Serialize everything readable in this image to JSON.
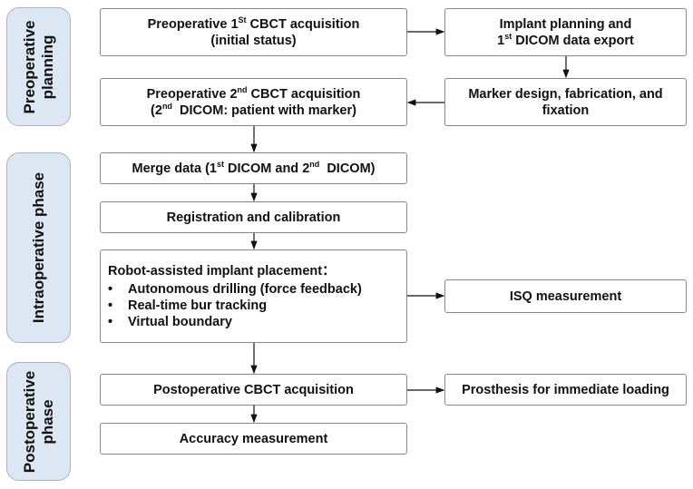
{
  "phases": {
    "pre": [
      "Preoperative",
      "planning"
    ],
    "intra": "Intraoperative phase",
    "post": [
      "Postoperative",
      "phase"
    ]
  },
  "boxes": {
    "cbct1": {
      "l1a": "Preoperative 1",
      "l1sup": "St",
      "l1b": " CBCT acquisition",
      "l2": "(initial status)"
    },
    "planning": {
      "l1": "Implant planning and",
      "l2a": "1",
      "l2sup": "st",
      "l2b": " DICOM data export"
    },
    "marker": {
      "l1": "Marker design, fabrication, and",
      "l2": "fixation"
    },
    "cbct2": {
      "l1a": "Preoperative 2",
      "l1sup": "nd",
      "l1b": " CBCT acquisition",
      "l2a": "(2",
      "l2sup": "nd",
      "l2b": "  DICOM: patient with marker)"
    },
    "merge": {
      "a": "Merge data (1",
      "sup1": "st",
      "b": " DICOM and 2",
      "sup2": "nd",
      "c": "  DICOM)"
    },
    "registration": "Registration and calibration",
    "robot": {
      "title": "Robot-assisted implant placement：",
      "bullet": "•",
      "items": [
        "Autonomous drilling (force feedback)",
        "Real-time bur tracking",
        "Virtual boundary"
      ]
    },
    "isq": "ISQ measurement",
    "postcbct": "Postoperative CBCT acquisition",
    "prosthesis": "Prosthesis for immediate loading",
    "accuracy": "Accuracy measurement"
  }
}
